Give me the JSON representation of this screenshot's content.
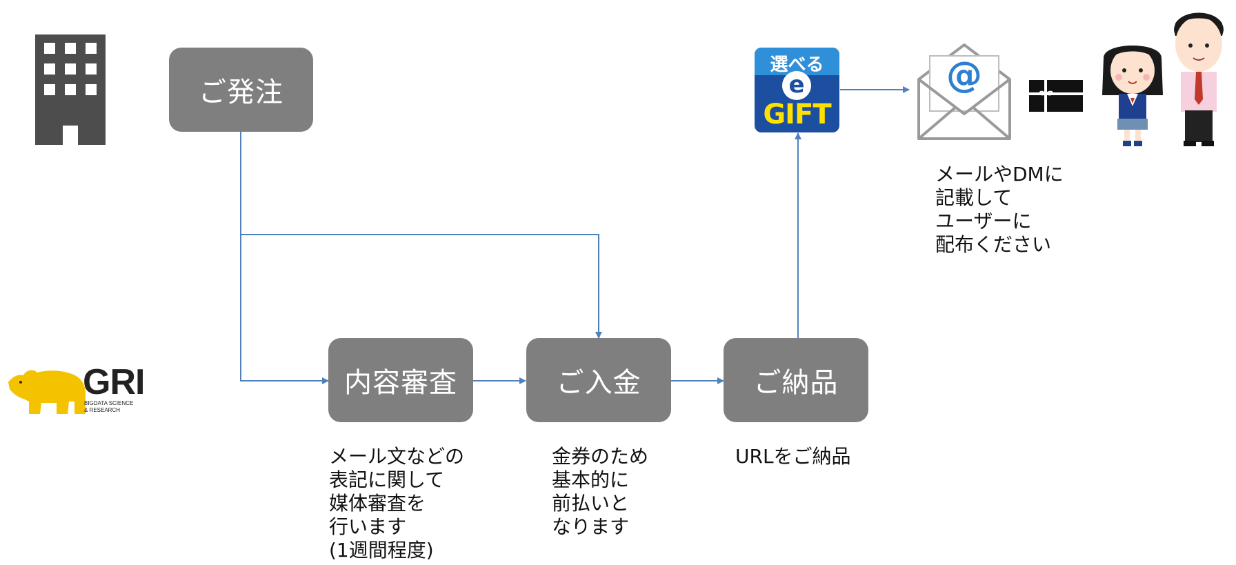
{
  "nodes": {
    "order": "ご発注",
    "review": "内容審査",
    "payment": "ご入金",
    "delivery": "ご納品"
  },
  "notes": {
    "review": "メール文などの\n表記に関して\n媒体審査を\n行います\n(1週間程度)",
    "payment": "金券のため\n基本的に\n前払いと\nなります",
    "delivery": "URLをご納品",
    "distribute": "メールやDMに\n記載して\nユーザーに\n配布ください"
  },
  "logos": {
    "company": {
      "name": "GRI",
      "tagline_1": "BIGDATA SCIENCE",
      "tagline_2": "& RESEARCH"
    },
    "egift": {
      "top": "選べる",
      "mid": "e",
      "bottom": "GIFT"
    },
    "email_symbol": "@"
  },
  "colors": {
    "node_fill": "#7f7f7f",
    "connector": "#4f81bd",
    "building": "#4d4d4d",
    "bear": "#f4c300",
    "egift_blue": "#1c4fa0",
    "egift_yellow": "#ffe100"
  }
}
